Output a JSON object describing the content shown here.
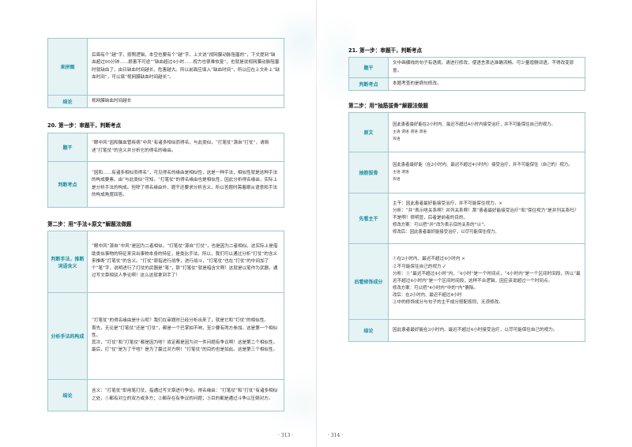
{
  "left": {
    "top_table": {
      "row1_label": "来拼图",
      "row1_lines": [
        "后面有个“越”字，按照逻辑，本空也要有个“越”字。上文说“视网膜动脉阻塞的”，下文提到“缺血超过90分钟……损害不可逆”“缺血超过4小时……视力也很难恢复”，也就是说视网膜动脉阻塞时就缺血了，由日缺血时间越长，危害越大。所以前面应填入“缺血时间”，所以应在上文补上“缺血时间”，可以填“视网膜缺血时间越长”。"
      ],
      "row2_label": "结论",
      "row2_text": "视网膜缺血时间越长"
    },
    "q20_heading": "20. 第一步：审题干，判断考点",
    "q20_table": {
      "row1_label": "题干",
      "row1_text": "“眼中风”因和脑血管疾病“中风”有诸多相似而得名，与此类似，“打笔仗”源自“打仗”，请简述“打笔仗”的含义并分析它的得名的缘由。",
      "row2_label": "判断考点",
      "row2_text": "“因和……有诸多相似而得名”，可见得名的缘由是相似性，这是一种手法，相似性就是这种手法的构成要素。由“与此类似”可知，“打笔仗”的得名缘由也是相似性，因此分析得名缘由，实际上是分析手法的构成。但除了得名缘由外，题干还要求分析含义，所以答题时需着眼从语意和手法的构成角度回答。"
    },
    "step2_heading": "第二步：用“手法+原文”解题法做题",
    "step2_table": {
      "r1_label": "判断手法，推断词语含义",
      "r1_text": "“眼中风”源自“中风”是因为二者相似，“打笔仗”源自“打仗”，也是因为二者相似。这实际上是借助类似事物的特征来突出事物本身的特征，是类比手法。所以，我们可以通过分析“打仗”的含义来推断“打笔仗”的含义。“打仗”原指进行战争，进行战斗，“打笔仗”也在“打仗”的中间加了个“笔”字，说明进行了打仗的武器是“笔”，那“打笔仗”就是暗含文啊！这就是以笔作为武器，通过写文章相驳人争论啊！这么这就拿到手了！",
      "r2_label": "分析手法的构成",
      "r2_lines": [
        "“打笔仗”的得名缘由是什么呢？我们在审题时已经分析出来了，就是它和“打仗”的相似性。",
        "首先，无论是“打笔仗”还是“打仗”，都是一个巴掌拍不响，至少要有两方参加。这是第一个相似性。",
        "其次，“打仗”和“打笔仗”都是因为啥？肯定都是因为对一件问题有争议啊！这是第二个相似性。",
        "最后，打“仗”是为了干啥？是为了赢过对方啊！“打笔仗”的目的也是如此。这是第三个相似性。"
      ],
      "r3_label": "结论",
      "r3_text": "含义：“打笔仗”即用笔打仗，指通过写文章进行争论。得名缘由：“打笔仗”和“打仗”有诸多相似之处，①都有对立的双方或多方；②都存在有争议的问题；③目的都是通过斗争以压倒对方。"
    },
    "page_number": "· 313 ·"
  },
  "right": {
    "q21_heading": "21. 第一步：审题干，判断考点",
    "q21_table": {
      "r1_label": "题干",
      "r1_text": "文中画横线的句子有语病，请进行修改，使语言表达准确流畅。可少量增删词语，不得改变原意。",
      "r2_label": "判断考点",
      "r2_text": "本题考查的是病句修改。"
    },
    "step2_heading": "第二步：用“抽筋拔骨”解题法做题",
    "sub_table": {
      "r1_label": "原文",
      "r1_sentence": "因此患者最好能在2小时内、最迟不超过4小时内接受治疗，并不可能保住自己的视力。",
      "r1_marks": "主语  谓语            谓语   谓语",
      "r1_obj": "宾语",
      "r2_label": "抽筋拔骨",
      "r2_sentence": "因此患者最好能（在2小时内、最迟不超过4小时内）接受治疗，并不可能保住（自己的）视力。",
      "r2_marks": "主语           谓语",
      "r2_obj": "宾语",
      "r3_label": "先看主干",
      "r3_lines": [
        "主干：因此患者最好能接受治疗，并不可能保住视力。×",
        "分析：“并”表示啥关系啊？并列关系啊！那“患者最好能接受治疗”和“保住视力”是并列关系吗？不是啊！很明显，后者是前者的目的。",
        "修改方案：可以把“并”改为表示目的关系的“以”。",
        "修改后：因此患者最好能接受治疗，以尽可能保住视力。"
      ],
      "r4_label": "后看修饰成分",
      "r4_lines": [
        "①在2小时内、最迟不超过4小时内 ×",
        "②不可能保住自己的视力 ✓",
        "分析：①“最迟不超过4小时”内，“4小时”是一个时间点，“4小时内”是一个区间时间段，所以“最迟不超过4小时内”是一个区间时间段，这样不合逻辑，因应该说超过一个时间点。",
        "修改方案：可以把“4小时内”中的“内”删除。",
        "改后：在2小时内、最迟不超过4小时",
        "②中的修饰成分与句子的主干成分搭配按同，无须修改。"
      ],
      "r5_label": "结论",
      "r5_text": "因此患者最好能在2小时内、最迟不超过4小时接受治疗，以尽可能保住自己的视力。"
    },
    "page_number": "· 314 ·"
  }
}
